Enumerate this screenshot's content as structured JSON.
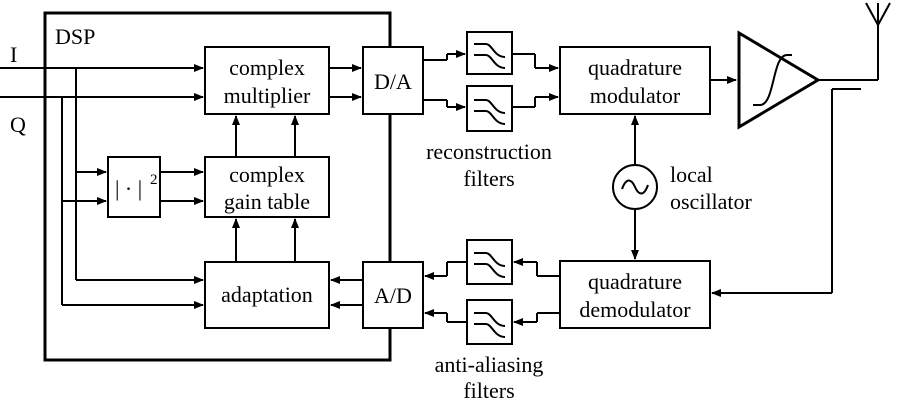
{
  "inputs": {
    "i": "I",
    "q": "Q"
  },
  "dsp": {
    "title": "DSP",
    "complex_multiplier": [
      "complex",
      "multiplier"
    ],
    "power_block": {
      "main": "| · |",
      "exponent": "2"
    },
    "gain_table": [
      "complex",
      "gain table"
    ],
    "adaptation": "adaptation"
  },
  "converters": {
    "dac": "D/A",
    "adc": "A/D"
  },
  "filters": {
    "reconstruction": [
      "reconstruction",
      "filters"
    ],
    "anti_aliasing": [
      "anti-aliasing",
      "filters"
    ]
  },
  "modulator": [
    "quadrature",
    "modulator"
  ],
  "demodulator": [
    "quadrature",
    "demodulator"
  ],
  "local_oscillator": [
    "local",
    "oscillator"
  ]
}
